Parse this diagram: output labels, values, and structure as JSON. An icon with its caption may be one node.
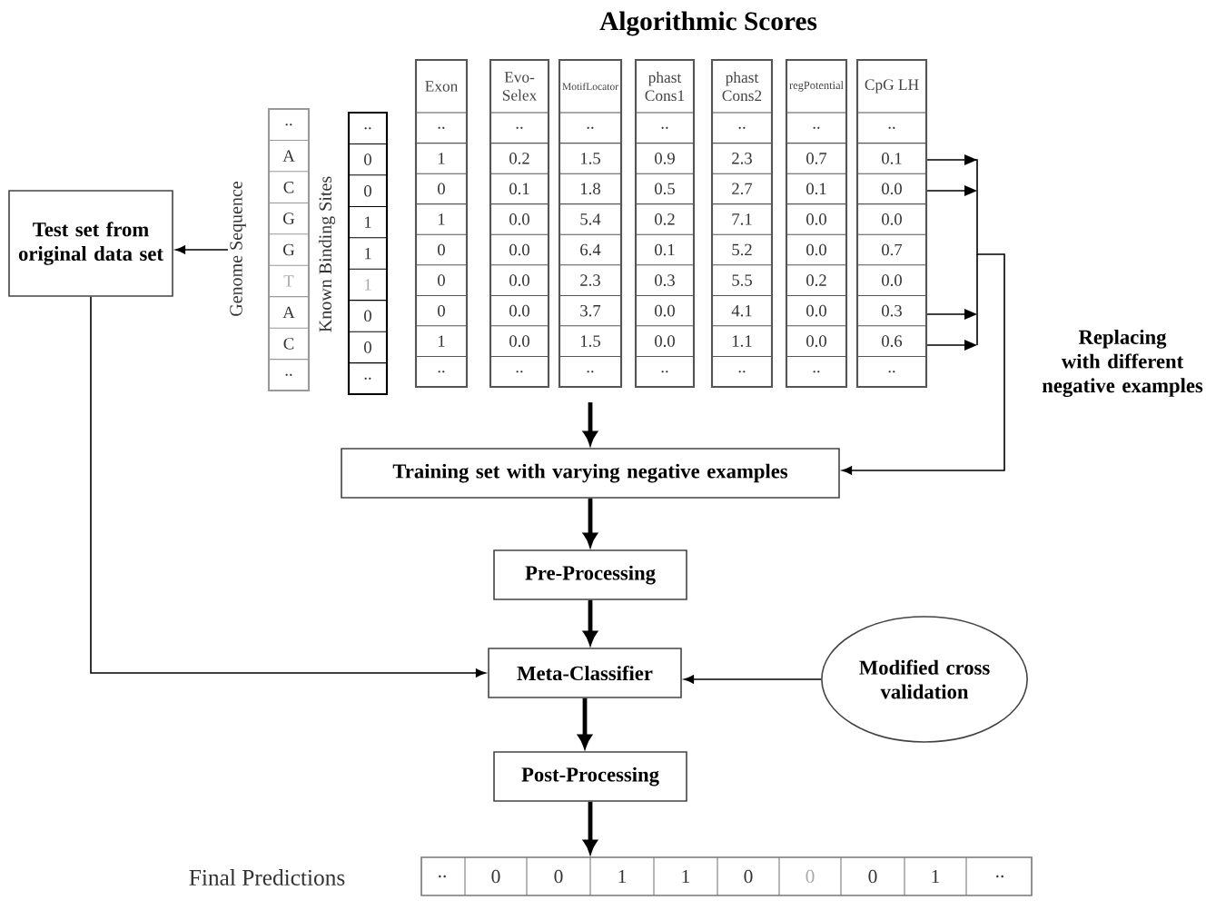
{
  "diagram": {
    "title": "Algorithmic Scores",
    "nodes": [
      {
        "text": [
          "Test set from original data set"
        ]
      },
      {
        "text": [
          "..",
          "A",
          "C",
          "G",
          "G",
          "T",
          "A",
          "C",
          ".."
        ],
        "beside": [
          "Genome Sequence"
        ]
      },
      {
        "text": [
          "..",
          "0",
          "0",
          "1",
          "1",
          "1",
          "0",
          "0",
          ".."
        ],
        "beside": [
          "Known Binding Sites"
        ]
      },
      {
        "text": [
          "Exon",
          "..",
          "1",
          "0",
          "1",
          "0",
          "0",
          "0",
          "1",
          ".."
        ]
      },
      {
        "text": [
          "Evo-Selex",
          "..",
          "0.2",
          "0.1",
          "0.0",
          "0.0",
          "0.0",
          "0.0",
          "0.0",
          ".."
        ]
      },
      {
        "text": [
          "MotifLocator",
          "..",
          "1.5",
          "1.8",
          "5.4",
          "6.4",
          "2.3",
          "3.7",
          "1.5",
          ".."
        ]
      },
      {
        "text": [
          "phast Cons1",
          "..",
          "0.9",
          "0.5",
          "0.2",
          "0.1",
          "0.3",
          "0.0",
          "0.0",
          ".."
        ]
      },
      {
        "text": [
          "phast Cons2",
          "..",
          "2.3",
          "2.7",
          "7.1",
          "5.2",
          "5.5",
          "4.1",
          "1.1",
          ".."
        ]
      },
      {
        "text": [
          "regPotential",
          "..",
          "0.7",
          "0.1",
          "0.0",
          "0.0",
          "0.2",
          "0.0",
          "0.0",
          ".."
        ]
      },
      {
        "text": [
          "CpG LH",
          "..",
          "0.1",
          "0.0",
          "0.0",
          "0.7",
          "0.0",
          "0.3",
          "0.6",
          ".."
        ]
      },
      {
        "text": [
          "Training set with varying negative examples"
        ]
      },
      {
        "text": [
          "Pre-Processing"
        ]
      },
      {
        "text": [
          "Meta-Classifier"
        ]
      },
      {
        "text": [
          "Modified cross validation"
        ]
      },
      {
        "text": [
          "Post-Processing"
        ]
      },
      {
        "text": [
          "..",
          "0",
          "0",
          "1",
          "1",
          "0",
          "0",
          "0",
          "1",
          ".."
        ],
        "beside": [
          "Final Predictions"
        ]
      }
    ],
    "edges": [
      {
        "from": 1,
        "to": 0,
        "arrow": "to"
      },
      {
        "from": 5,
        "to": 10,
        "arrow": "to"
      },
      {
        "from": 9,
        "to": 10,
        "arrow": "to",
        "label": "Replacing with different negative examples"
      },
      {
        "from": 10,
        "to": 11,
        "arrow": "to"
      },
      {
        "from": 11,
        "to": 12,
        "arrow": "to"
      },
      {
        "from": 0,
        "to": 12,
        "arrow": "to"
      },
      {
        "from": 13,
        "to": 12,
        "arrow": "to"
      },
      {
        "from": 12,
        "to": 14,
        "arrow": "to"
      },
      {
        "from": 14,
        "to": 15,
        "arrow": "to"
      }
    ]
  }
}
